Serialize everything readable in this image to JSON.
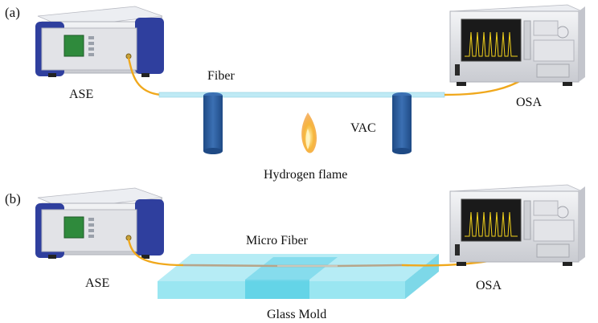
{
  "panels": [
    {
      "tag": "(a)",
      "source_label": "ASE",
      "analyzer_label": "OSA",
      "fiber_label": "Fiber",
      "vac_label": "VAC",
      "flame_label": "Hydrogen flame"
    },
    {
      "tag": "(b)",
      "source_label": "ASE",
      "analyzer_label": "OSA",
      "fiber_label": "Micro Fiber",
      "mold_label": "Glass Mold"
    }
  ],
  "colors": {
    "device_frame_blue": "#2f3f9e",
    "device_body_silver": "#dcdde2",
    "screen_green": "#2f8a3c",
    "osa_screen_bg": "#1a1a1a",
    "osa_trace_yellow": "#f2d21b",
    "lead_fiber_orange": "#f0a81c",
    "taper_fiber_cyan": "#bfeaf5",
    "vac_post_blue": "#2d5a96",
    "flame_orange": "#f39a1e",
    "glass_cyan": "#8fe3f0"
  }
}
